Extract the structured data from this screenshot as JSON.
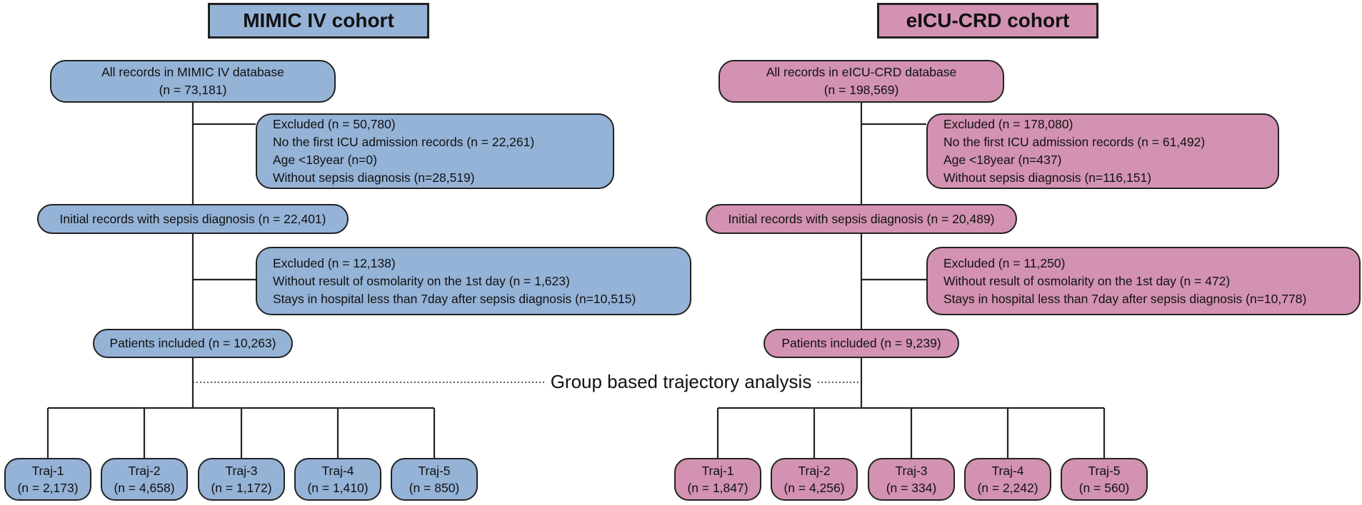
{
  "mimic": {
    "title": "MIMIC IV cohort",
    "all_records": {
      "line1": "All records in MIMIC IV database",
      "line2": "(n = 73,181)"
    },
    "excluded1": {
      "line1": "Excluded (n = 50,780)",
      "line2": "No the first ICU admission records (n = 22,261)",
      "line3": "Age <18year (n=0)",
      "line4": "Without sepsis diagnosis (n=28,519)"
    },
    "initial": "Initial records with sepsis diagnosis (n = 22,401)",
    "excluded2": {
      "line1": "Excluded (n = 12,138)",
      "line2": "Without result of osmolarity on the 1st day (n = 1,623)",
      "line3": "Stays in hospital less than 7day after sepsis diagnosis (n=10,515)"
    },
    "included": "Patients included (n = 10,263)",
    "trajs": [
      {
        "name": "Traj-1",
        "n": "(n = 2,173)"
      },
      {
        "name": "Traj-2",
        "n": "(n = 4,658)"
      },
      {
        "name": "Traj-3",
        "n": "(n = 1,172)"
      },
      {
        "name": "Traj-4",
        "n": "(n = 1,410)"
      },
      {
        "name": "Traj-5",
        "n": "(n = 850)"
      }
    ]
  },
  "eicu": {
    "title": "eICU-CRD cohort",
    "all_records": {
      "line1": "All records in eICU-CRD database",
      "line2": "(n = 198,569)"
    },
    "excluded1": {
      "line1": "Excluded (n = 178,080)",
      "line2": "No the first ICU admission records (n = 61,492)",
      "line3": "Age <18year (n=437)",
      "line4": "Without sepsis diagnosis (n=116,151)"
    },
    "initial": "Initial records with sepsis diagnosis (n = 20,489)",
    "excluded2": {
      "line1": "Excluded (n = 11,250)",
      "line2": "Without result of osmolarity on the 1st day (n = 472)",
      "line3": "Stays in hospital less than 7day after sepsis diagnosis (n=10,778)"
    },
    "included": "Patients included (n = 9,239)",
    "trajs": [
      {
        "name": "Traj-1",
        "n": "(n = 1,847)"
      },
      {
        "name": "Traj-2",
        "n": "(n = 4,256)"
      },
      {
        "name": "Traj-3",
        "n": "(n = 334)"
      },
      {
        "name": "Traj-4",
        "n": "(n = 2,242)"
      },
      {
        "name": "Traj-5",
        "n": "(n = 560)"
      }
    ]
  },
  "center_label": "Group based trajectory analysis",
  "colors": {
    "mimic_fill": "#95b3d7",
    "eicu_fill": "#d392b2",
    "stroke": "#222222"
  }
}
